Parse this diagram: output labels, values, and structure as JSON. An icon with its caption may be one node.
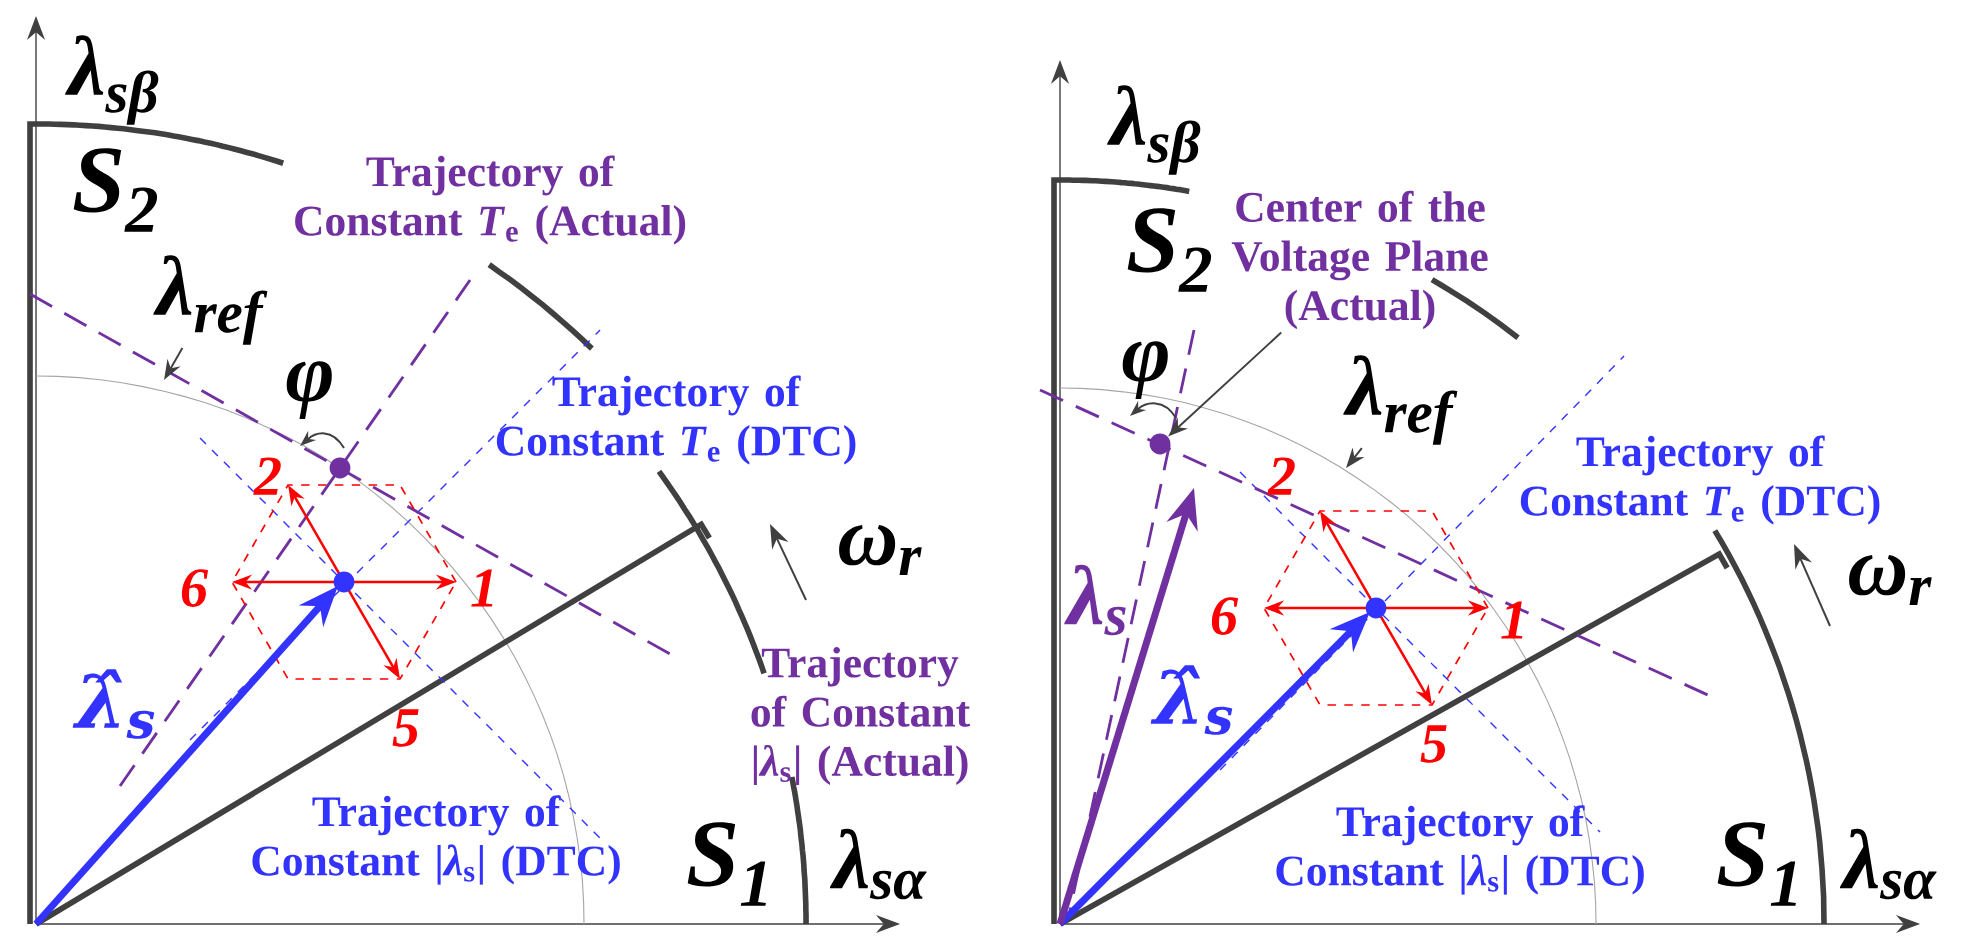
{
  "diagram": {
    "nodes": [
      {
        "text": [
          "λ$_{ref}$"
        ]
      },
      {
        "text": [],
        "shape": "circle"
      },
      {
        "text": [
          "Center of the Voltage Plane (Actual)"
        ]
      },
      {
        "text": [
          "λ$_{ref}$"
        ]
      },
      {
        "text": [],
        "shape": "circle"
      }
    ],
    "edges": [
      {
        "from": 0,
        "to": null,
        "arrow": "to"
      },
      {
        "from": 2,
        "to": 4,
        "arrow": "to"
      },
      {
        "from": 3,
        "to": null,
        "arrow": "to"
      }
    ],
    "labels": [
      "λ$_{sβ}$",
      "S$_{2}$",
      "Trajectory of Constant *T*$_{e}$ (Actual)",
      "φ",
      "Trajectory of Constant *T*$_{e}$ (DTC)",
      "2",
      "ω$_{r}$",
      "6",
      "1",
      "Trajectory of Constant |*λ*$_{s}$| (Actual)",
      "λ̂$_{s}$",
      "5",
      "Trajectory of Constant |*λ*$_{s}$| (DTC)",
      "S$_{1}$",
      "λ$_{sα}$",
      "λ$_{sβ}$",
      "S$_{2}$",
      "φ",
      "Trajectory of Constant *T*$_{e}$ (DTC)",
      "λ$_{s}$",
      "2",
      "ω$_{r}$",
      "6",
      "1",
      "λ̂$_{s}$",
      "5",
      "Trajectory of Constant |*λ*$_{s}$| (DTC)",
      "S$_{1}$",
      "λ$_{sα}$"
    ]
  }
}
